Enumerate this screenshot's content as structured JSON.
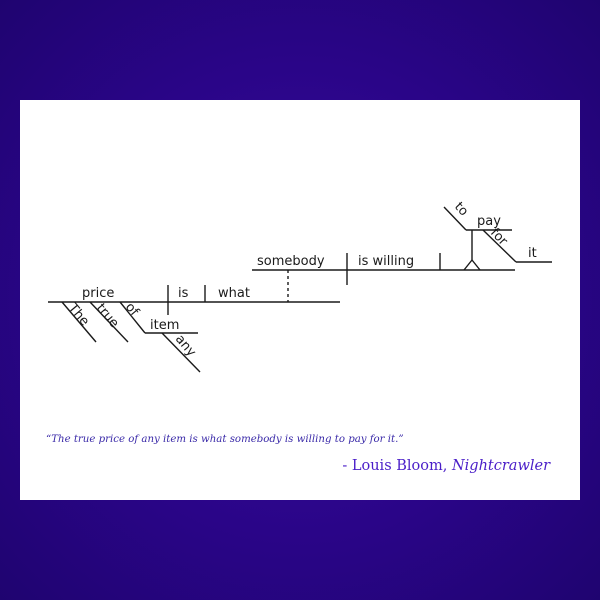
{
  "diagram": {
    "words": {
      "price": "price",
      "is": "is",
      "what": "what",
      "the": "The",
      "true": "true",
      "of": "of",
      "item": "item",
      "any": "any",
      "somebody": "somebody",
      "is_willing": "is willing",
      "to": "to",
      "pay": "pay",
      "for": "for",
      "it": "it"
    }
  },
  "quote": {
    "text": "“The true price of any item is what somebody is willing to pay for it.”",
    "dash": "- ",
    "author": "Louis Bloom",
    "separator": ", ",
    "work": "Nightcrawler"
  },
  "colors": {
    "background": "#2a0588",
    "card": "#ffffff",
    "quote_text": "#3a2aa8",
    "attribution": "#4a1ec8",
    "lines": "#1a1a1a"
  }
}
